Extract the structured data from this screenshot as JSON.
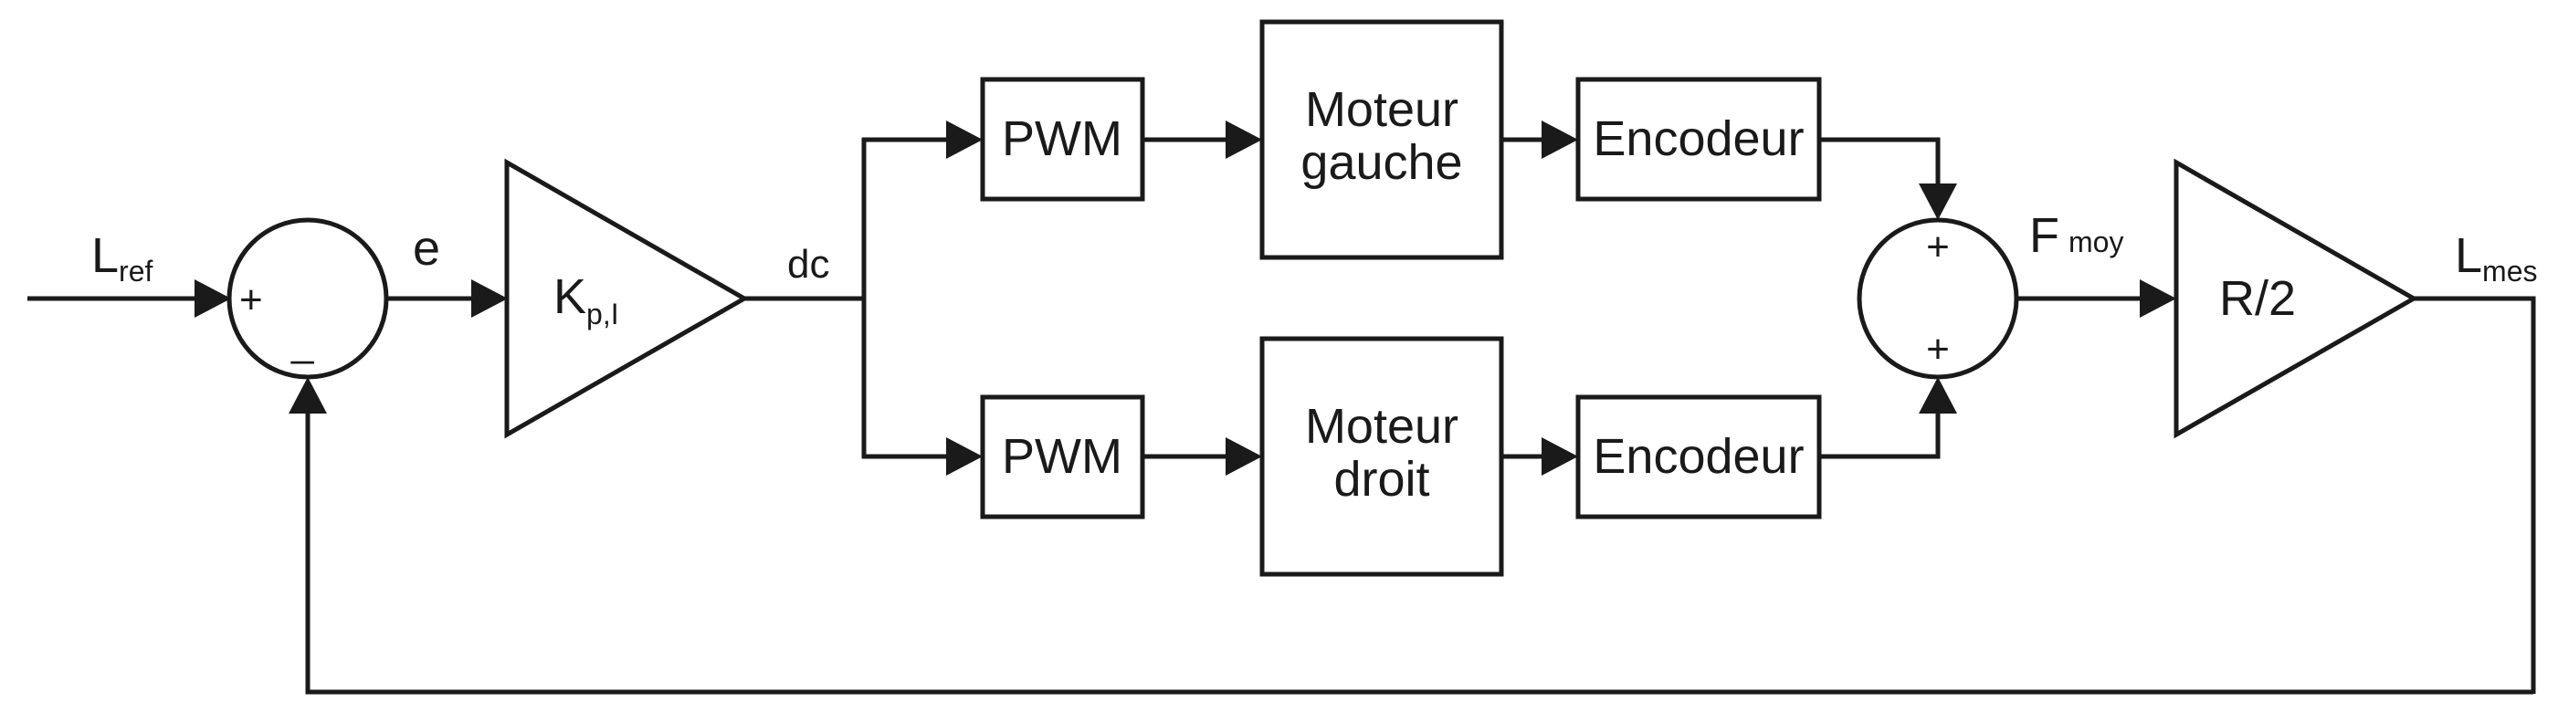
{
  "diagram": {
    "input": {
      "main": "L",
      "sub": "ref"
    },
    "sum1": {
      "plus": "+",
      "minus": "_"
    },
    "error": "e",
    "gain": {
      "main": "K",
      "sub": "p,I"
    },
    "dc": "dc",
    "pwm_top": "PWM",
    "pwm_bottom": "PWM",
    "motor_left": {
      "line1": "Moteur",
      "line2": "gauche"
    },
    "motor_right": {
      "line1": "Moteur",
      "line2": "droit"
    },
    "encoder_top": "Encodeur",
    "encoder_bottom": "Encodeur",
    "sum2": {
      "plus_top": "+",
      "plus_bottom": "+"
    },
    "f_avg": {
      "main": "F",
      "sub": "moy"
    },
    "radius_gain": "R/2",
    "output": {
      "main": "L",
      "sub": "mes"
    }
  }
}
